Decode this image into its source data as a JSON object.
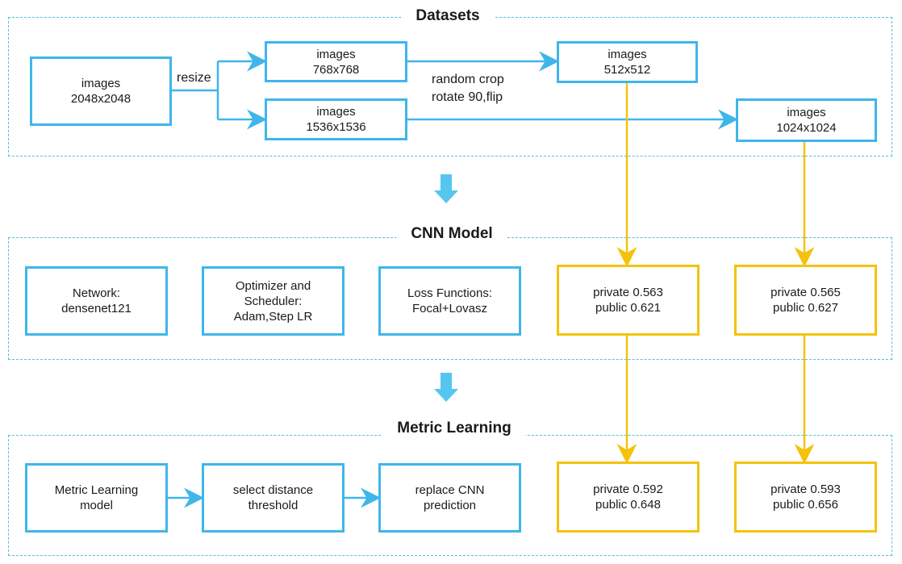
{
  "sections": {
    "datasets": "Datasets",
    "cnn": "CNN Model",
    "metric": "Metric Learning"
  },
  "datasets": {
    "src": [
      "images",
      "2048x2048"
    ],
    "resize_label": "resize",
    "img768": [
      "images",
      "768x768"
    ],
    "img1536": [
      "images",
      "1536x1536"
    ],
    "aug_label": [
      "random crop",
      "rotate 90,flip"
    ],
    "img512": [
      "images",
      "512x512"
    ],
    "img1024": [
      "images",
      "1024x1024"
    ]
  },
  "cnn": {
    "network": [
      "Network:",
      "densenet121"
    ],
    "optimizer": [
      "Optimizer and",
      "Scheduler:",
      "Adam,Step LR"
    ],
    "loss": [
      "Loss Functions:",
      "Focal+Lovasz"
    ],
    "score_512": [
      "private 0.563",
      "public 0.621"
    ],
    "score_1024": [
      "private 0.565",
      "public 0.627"
    ]
  },
  "metric": {
    "model": [
      "Metric Learning",
      "model"
    ],
    "threshold": [
      "select distance",
      "threshold"
    ],
    "replace": [
      "replace CNN",
      "prediction"
    ],
    "score_512": [
      "private 0.592",
      "public 0.648"
    ],
    "score_1024": [
      "private 0.593",
      "public 0.656"
    ]
  },
  "colors": {
    "blue": "#3fb6ea",
    "gold": "#f5c20b",
    "dashed": "#4fc3dd",
    "arrow_fill": "#55c6f0"
  }
}
